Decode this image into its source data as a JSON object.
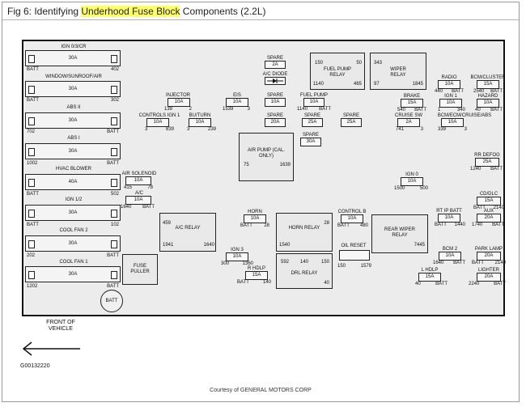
{
  "title": {
    "prefix": "Fig 6: Identifying ",
    "highlight": "Underhood Fuse Block",
    "suffix": " Components (2.2L)"
  },
  "maxi_fuses": [
    {
      "name": "IGN 0/3/CR",
      "amp": "30A",
      "left": "BATT",
      "right": "402"
    },
    {
      "name": "WINDOW/SUNROOF/AIR",
      "amp": "30A",
      "left": "BATT",
      "right": "302"
    },
    {
      "name": "ABS II",
      "amp": "30A",
      "left": "702",
      "right": "BATT"
    },
    {
      "name": "ABS I",
      "amp": "30A",
      "left": "1002",
      "right": "BATT"
    },
    {
      "name": "HVAC BLOWER",
      "amp": "40A",
      "left": "BATT",
      "right": "502"
    },
    {
      "name": "IGN 1/2",
      "amp": "30A",
      "left": "BATT",
      "right": "102"
    },
    {
      "name": "COOL FAN 2",
      "amp": "30A",
      "left": "202",
      "right": "BATT"
    },
    {
      "name": "COOL FAN 1",
      "amp": "30A",
      "left": "1202",
      "right": "BATT"
    }
  ],
  "fuses": [
    {
      "name": "SPARE",
      "amp": "2A",
      "left": "",
      "right": ""
    },
    {
      "name": "INJECTOR",
      "amp": "10A",
      "left": "139",
      "right": "2"
    },
    {
      "name": "EIS",
      "amp": "10A",
      "left": "1539",
      "right": "3"
    },
    {
      "name": "SPARE",
      "amp": "10A",
      "left": "",
      "right": ""
    },
    {
      "name": "FUEL PUMP",
      "amp": "10A",
      "left": "1140",
      "right": "BATT"
    },
    {
      "name": "CONTROLS IGN 1",
      "amp": "10A",
      "left": "3",
      "right": "839"
    },
    {
      "name": "BU/TURN",
      "amp": "10A",
      "left": "3",
      "right": "239"
    },
    {
      "name": "SPARE",
      "amp": "20A",
      "left": "",
      "right": ""
    },
    {
      "name": "SPARE",
      "amp": "25A",
      "left": "",
      "right": ""
    },
    {
      "name": "SPARE",
      "amp": "25A",
      "left": "",
      "right": ""
    },
    {
      "name": "SPARE",
      "amp": "30A",
      "left": "",
      "right": ""
    },
    {
      "name": "RADIO",
      "amp": "10A",
      "left": "440",
      "right": "BATT"
    },
    {
      "name": "BCM/CLUSTER",
      "amp": "15A",
      "left": "2540",
      "right": "BATT"
    },
    {
      "name": "IGN 1",
      "amp": "10A",
      "left": "1",
      "right": "340"
    },
    {
      "name": "BRAKE",
      "amp": "15A",
      "left": "540",
      "right": "BATT"
    },
    {
      "name": "HAZARD",
      "amp": "10A",
      "left": "40",
      "right": "BATT"
    },
    {
      "name": "CRUISE SW",
      "amp": "2A",
      "left": "741",
      "right": "3"
    },
    {
      "name": "BCM/ECM/CRUISE/ABS",
      "amp": "10A",
      "left": "339",
      "right": "3"
    },
    {
      "name": "RR DEFOG",
      "amp": "25A",
      "left": "1240",
      "right": "BATT"
    },
    {
      "name": "AIR SOLENOID",
      "amp": "10A",
      "left": "415",
      "right": "78"
    },
    {
      "name": "A/C",
      "amp": "10A",
      "left": "1640",
      "right": "BATT"
    },
    {
      "name": "IGN 0",
      "amp": "10A",
      "left": "1500",
      "right": "500"
    },
    {
      "name": "CD/DLC",
      "amp": "15A",
      "left": "BATT",
      "right": "2140"
    },
    {
      "name": "HORN",
      "amp": "10A",
      "left": "BATT",
      "right": "28"
    },
    {
      "name": "CONTROL B",
      "amp": "10A",
      "left": "BATT",
      "right": "480"
    },
    {
      "name": "RT IP BATT",
      "amp": "10A",
      "left": "BATT",
      "right": "1440"
    },
    {
      "name": "AUX",
      "amp": "20A",
      "left": "1740",
      "right": "BATT"
    },
    {
      "name": "IGN 3",
      "amp": "10A",
      "left": "300",
      "right": "1360"
    },
    {
      "name": "R HDLP",
      "amp": "15A",
      "left": "BATT",
      "right": "140"
    },
    {
      "name": "BCM 2",
      "amp": "10A",
      "left": "1640",
      "right": "BATT"
    },
    {
      "name": "PARK LAMP",
      "amp": "20A",
      "left": "BATT",
      "right": "2140"
    },
    {
      "name": "L HDLP",
      "amp": "15A",
      "left": "40",
      "right": "BATT"
    },
    {
      "name": "LIGHTER",
      "amp": "20A",
      "left": "2240",
      "right": "BATT"
    }
  ],
  "relays": [
    {
      "name": "FUEL PUMP RELAY",
      "pins": [
        "150",
        "50",
        "1140",
        "465"
      ]
    },
    {
      "name": "WIPER RELAY",
      "pins": [
        "343",
        "97",
        "1845"
      ]
    },
    {
      "name": "AIR PUMP (CAL. ONLY)",
      "pins": [
        "75",
        "1639"
      ]
    },
    {
      "name": "A/C RELAY",
      "pins": [
        "459",
        "1941",
        "1640"
      ]
    },
    {
      "name": "HORN RELAY",
      "pins": [
        "1540",
        "28"
      ]
    },
    {
      "name": "DRL RELAY",
      "pins": [
        "592",
        "140",
        "150",
        "40"
      ]
    },
    {
      "name": "REAR WIPER RELAY",
      "pins": [
        "7445"
      ]
    }
  ],
  "misc": {
    "ac_diode": "A/C DIODE",
    "oil_reset": "OIL RESET",
    "oil_reset_pins": [
      "150",
      "1579"
    ],
    "fuse_puller": "FUSE PULLER",
    "batt": "BATT",
    "front_of_vehicle": "FRONT OF VEHICLE",
    "figure_code": "G00132220",
    "courtesy": "Courtesy of GENERAL MOTORS CORP"
  }
}
